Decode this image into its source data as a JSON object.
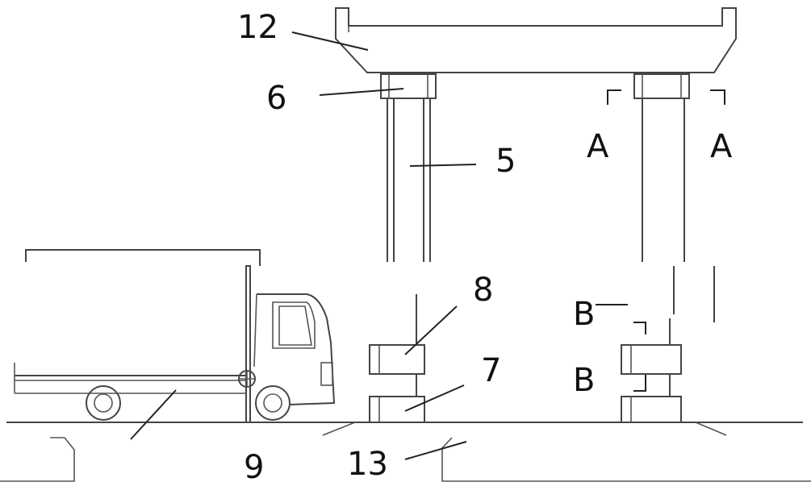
{
  "labels": {
    "l12": "12",
    "l6": "6",
    "l5": "5",
    "l8": "8",
    "l7": "7",
    "l9": "9",
    "l13": "13",
    "a_left": "A",
    "a_right": "A",
    "b_top": "B",
    "b_bottom": "B"
  },
  "colors": {
    "stroke": "#444444",
    "text": "#111111",
    "background": "#ffffff"
  }
}
